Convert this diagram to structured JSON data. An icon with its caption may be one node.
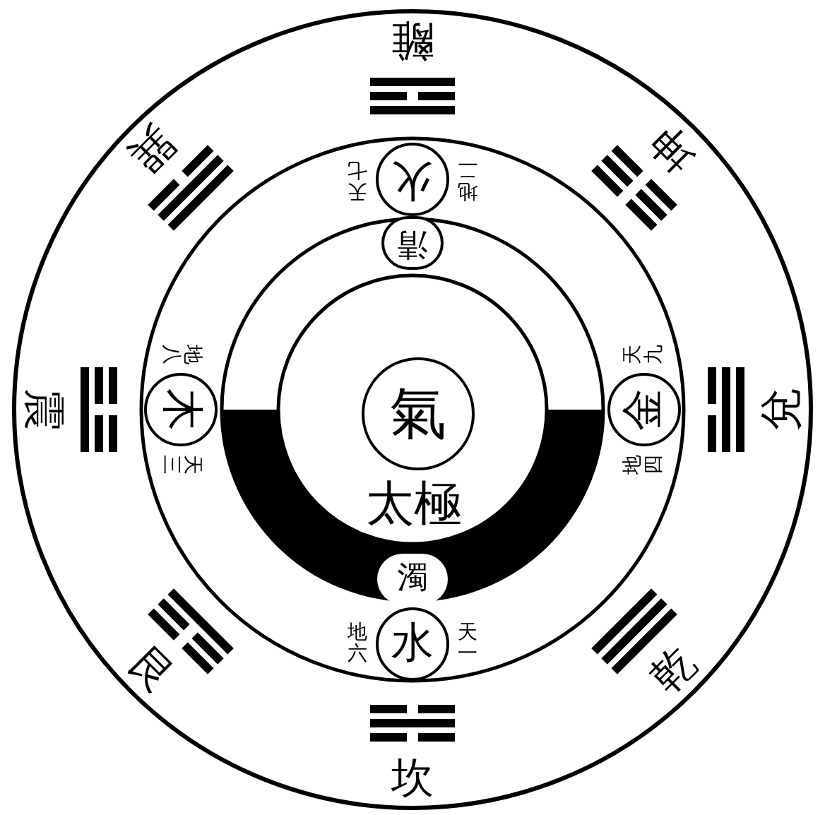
{
  "diagram": {
    "nodes": [
      {
        "text": [
          "火"
        ],
        "beside": [
          "地二",
          "天七"
        ]
      },
      {
        "text": [
          "清"
        ]
      },
      {
        "text": [
          "氣"
        ]
      },
      {
        "text": [
          "木"
        ],
        "beside": [
          "地八",
          "天三"
        ]
      },
      {
        "text": [
          "金"
        ],
        "beside": [
          "地四",
          "天九"
        ]
      },
      {
        "text": [
          "濁"
        ]
      },
      {
        "text": [
          "水"
        ],
        "beside": [
          "地六",
          "天一"
        ]
      }
    ],
    "labels": [
      "離",
      "巽",
      "坤",
      "震",
      "兌",
      "太極",
      "艮",
      "乾",
      "坎"
    ]
  }
}
